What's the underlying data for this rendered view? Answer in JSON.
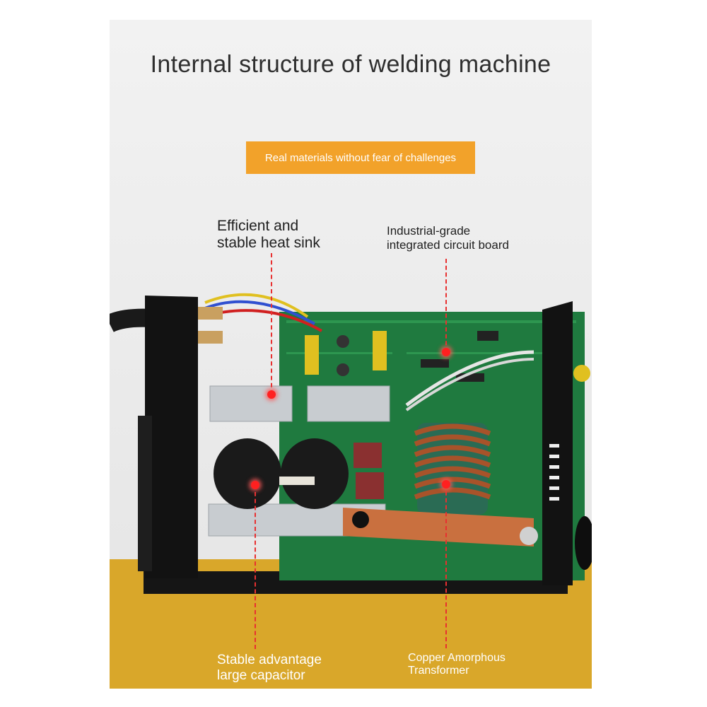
{
  "title": "Internal structure of welding machine",
  "banner": "Real materials without fear of challenges",
  "callouts": {
    "heat_sink": [
      "Efficient and",
      "stable heat sink"
    ],
    "circuit_board": [
      "Industrial-grade",
      "integrated circuit board"
    ],
    "capacitor": [
      "Stable advantage",
      "large capacitor"
    ],
    "transformer": [
      "Copper Amorphous",
      "Transformer"
    ]
  },
  "colors": {
    "banner": "#f2a22a",
    "floor": "#d9a72a",
    "leader": "#e83030",
    "pcb": "#1f7a3f"
  }
}
